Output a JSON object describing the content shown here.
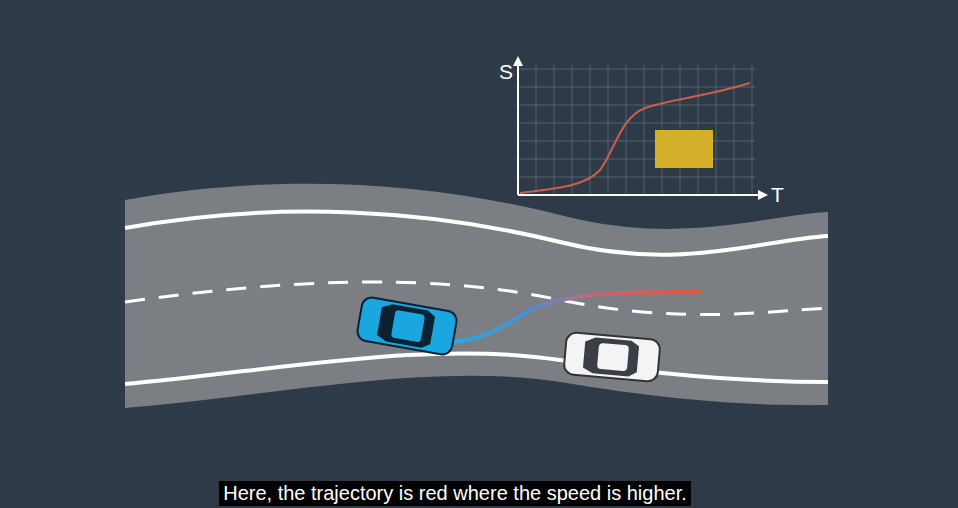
{
  "diagram": {
    "caption": "Here, the trajectory is red where the speed is higher.",
    "labels": [
      "S",
      "T"
    ]
  }
}
